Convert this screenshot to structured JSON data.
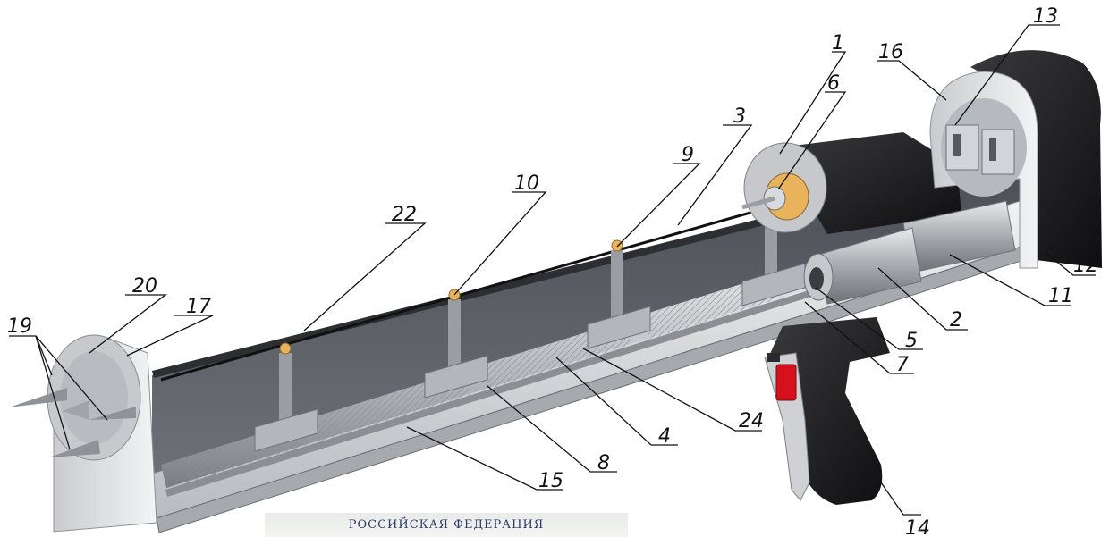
{
  "callouts": [
    {
      "id": "c1",
      "number": "1"
    },
    {
      "id": "c2",
      "number": "2"
    },
    {
      "id": "c3",
      "number": "3"
    },
    {
      "id": "c4",
      "number": "4"
    },
    {
      "id": "c5",
      "number": "5"
    },
    {
      "id": "c6",
      "number": "6"
    },
    {
      "id": "c7",
      "number": "7"
    },
    {
      "id": "c8",
      "number": "8"
    },
    {
      "id": "c9",
      "number": "9"
    },
    {
      "id": "c10",
      "number": "10"
    },
    {
      "id": "c11",
      "number": "11"
    },
    {
      "id": "c12",
      "number": "12"
    },
    {
      "id": "c13",
      "number": "13"
    },
    {
      "id": "c14",
      "number": "14"
    },
    {
      "id": "c15",
      "number": "15"
    },
    {
      "id": "c16",
      "number": "16"
    },
    {
      "id": "c17",
      "number": "17"
    },
    {
      "id": "c19",
      "number": "19"
    },
    {
      "id": "c20",
      "number": "20"
    },
    {
      "id": "c22",
      "number": "22"
    },
    {
      "id": "c24",
      "number": "24"
    }
  ],
  "footer": {
    "text": "РОССИЙСКАЯ ФЕДЕРАЦИЯ"
  },
  "colors": {
    "housing": "#d9dbdd",
    "inner_wall": "#5d6066",
    "black_parts": "#1b1b1d",
    "trigger": "#d4111c",
    "bushing": "#e8b35a"
  }
}
